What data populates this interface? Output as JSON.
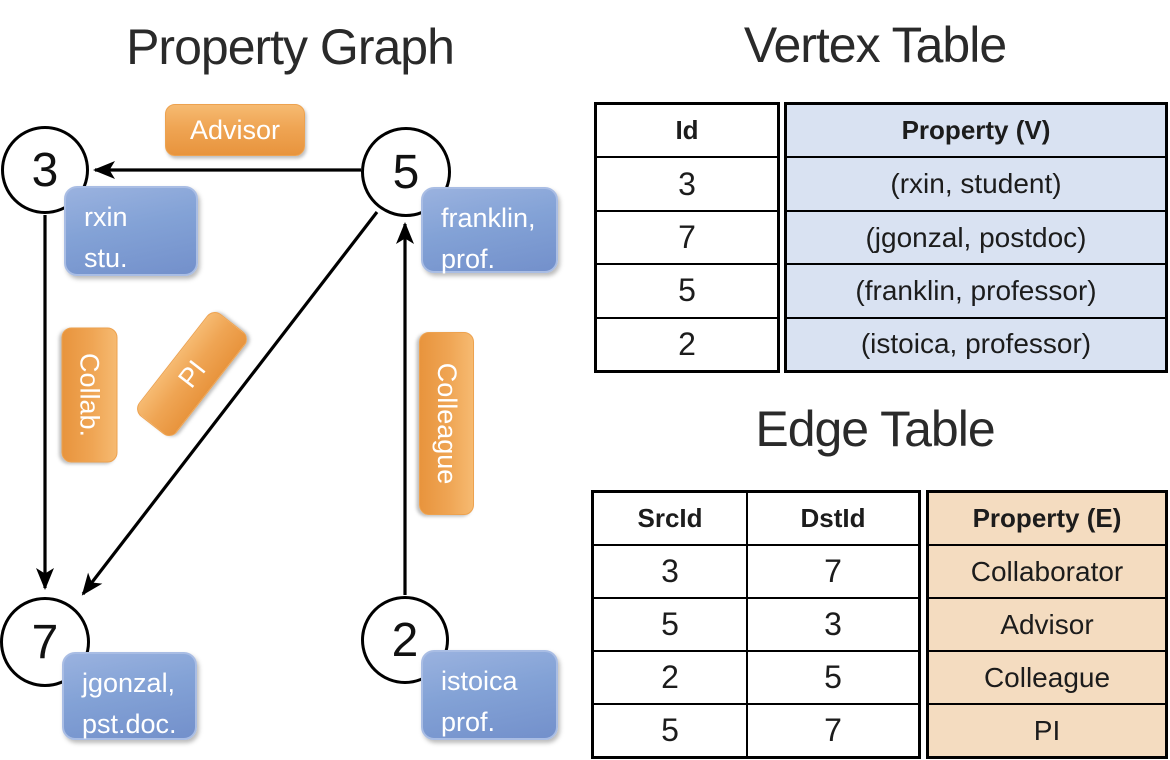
{
  "graph": {
    "title": "Property Graph",
    "nodes": {
      "n3": {
        "id": "3",
        "lines": [
          "rxin",
          "stu."
        ]
      },
      "n5": {
        "id": "5",
        "lines": [
          "franklin,",
          "prof."
        ]
      },
      "n7": {
        "id": "7",
        "lines": [
          "jgonzal,",
          "pst.doc."
        ]
      },
      "n2": {
        "id": "2",
        "lines": [
          "istoica",
          "prof."
        ]
      }
    },
    "edge_labels": {
      "advisor": "Advisor",
      "collab": "Collab.",
      "pi": "PI",
      "colleague": "Colleague"
    },
    "edges": [
      {
        "from": "5",
        "to": "3",
        "label": "Advisor"
      },
      {
        "from": "3",
        "to": "7",
        "label": "Collab."
      },
      {
        "from": "5",
        "to": "7",
        "label": "PI"
      },
      {
        "from": "2",
        "to": "5",
        "label": "Colleague"
      }
    ]
  },
  "vertex_table": {
    "title": "Vertex Table",
    "columns": [
      "Id",
      "Property (V)"
    ],
    "rows": [
      [
        "3",
        "(rxin, student)"
      ],
      [
        "7",
        "(jgonzal, postdoc)"
      ],
      [
        "5",
        "(franklin, professor)"
      ],
      [
        "2",
        "(istoica, professor)"
      ]
    ]
  },
  "edge_table": {
    "title": "Edge Table",
    "columns": [
      "SrcId",
      "DstId",
      "Property (E)"
    ],
    "rows": [
      [
        "3",
        "7",
        "Collaborator"
      ],
      [
        "5",
        "3",
        "Advisor"
      ],
      [
        "2",
        "5",
        "Colleague"
      ],
      [
        "5",
        "7",
        "PI"
      ]
    ]
  },
  "colors": {
    "edge_label_orange": "#ED9B40",
    "vertex_box_blue": "#7B98D0",
    "vertex_table_fill": "#D9E2F2",
    "edge_table_fill": "#F4DCC0",
    "line_black": "#000000"
  }
}
